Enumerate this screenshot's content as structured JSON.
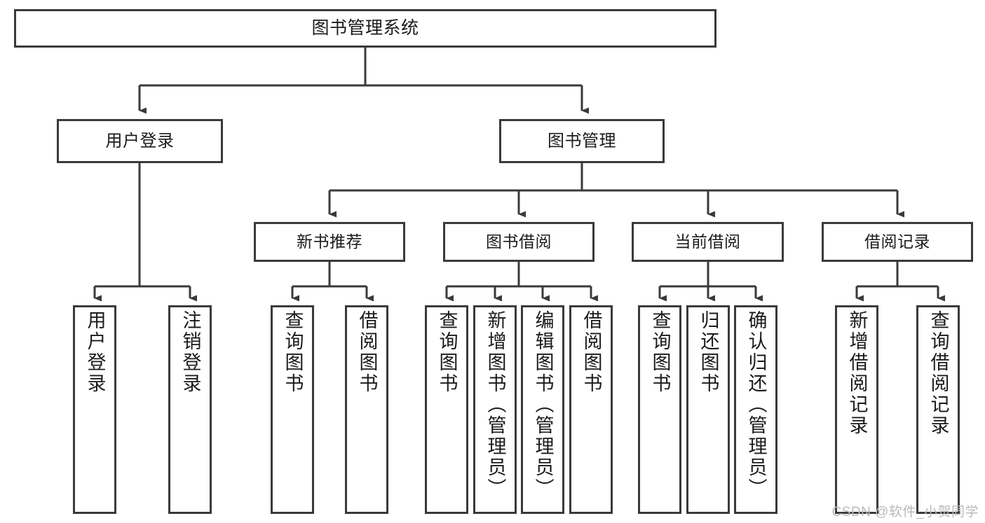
{
  "diagram": {
    "title": "图书管理系统",
    "type": "tree-hierarchy-chart",
    "root": {
      "label": "图书管理系统"
    },
    "level2": [
      {
        "label": "用户登录"
      },
      {
        "label": "图书管理"
      }
    ],
    "level3": [
      {
        "label": "新书推荐"
      },
      {
        "label": "图书借阅"
      },
      {
        "label": "当前借阅"
      },
      {
        "label": "借阅记录"
      }
    ],
    "leaves": {
      "user_login": [
        {
          "label": "用户登录"
        },
        {
          "label": "注销登录"
        }
      ],
      "new_book_recommend": [
        {
          "label": "查询图书"
        },
        {
          "label": "借阅图书"
        }
      ],
      "book_borrow": [
        {
          "label": "查询图书"
        },
        {
          "label": "新增图书（管理员）"
        },
        {
          "label": "编辑图书（管理员）"
        },
        {
          "label": "借阅图书"
        }
      ],
      "current_borrow": [
        {
          "label": "查询图书"
        },
        {
          "label": "归还图书"
        },
        {
          "label": "确认归还（管理员）"
        }
      ],
      "borrow_record": [
        {
          "label": "新增借阅记录"
        },
        {
          "label": "查询借阅记录"
        }
      ]
    }
  },
  "watermark": {
    "text": "CSDN @软件_小贺同学"
  },
  "colors": {
    "border": "#3a3a3a",
    "text": "#1b1b1b",
    "background": "#ffffff",
    "watermark": "#b9b9b9"
  }
}
